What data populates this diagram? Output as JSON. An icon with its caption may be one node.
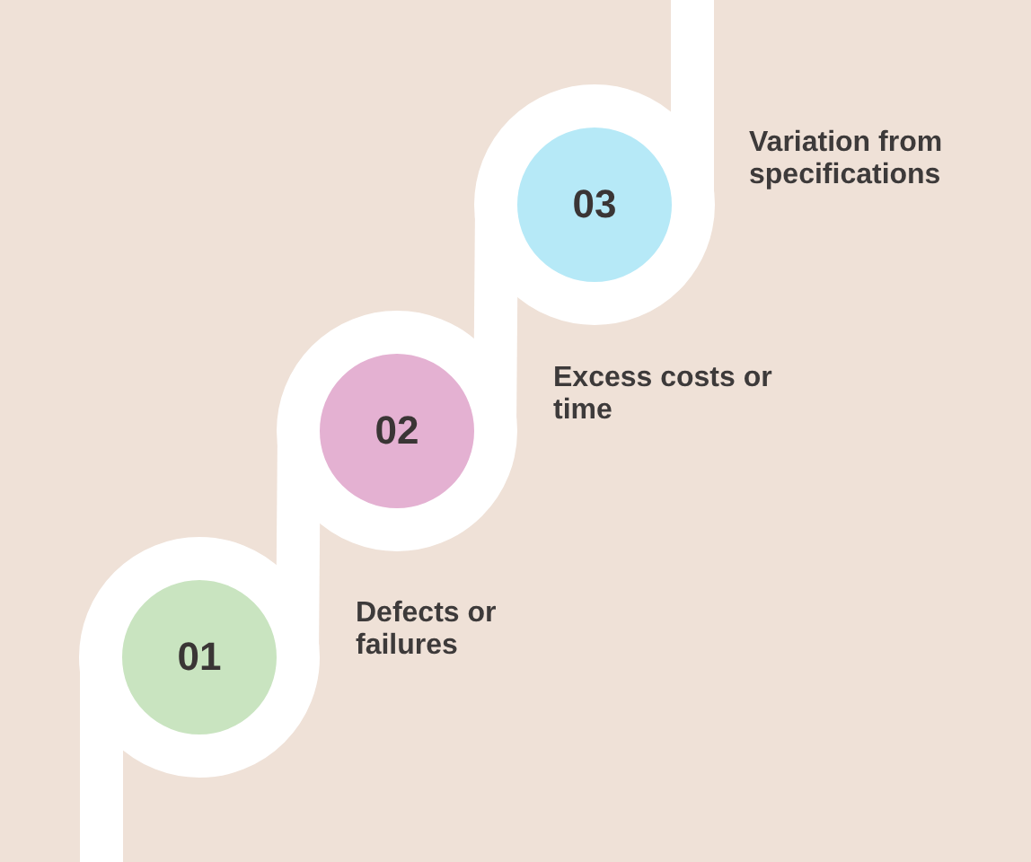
{
  "diagram": {
    "nodes": [
      {
        "text": [
          "01"
        ],
        "beside": [
          "Defects or failures"
        ]
      },
      {
        "text": [
          "02"
        ],
        "beside": [
          "Excess costs or time"
        ]
      },
      {
        "text": [
          "03"
        ],
        "beside": [
          "Variation from specifications"
        ]
      }
    ],
    "edges": [
      {
        "from": null,
        "to": 0,
        "arrow": "none"
      },
      {
        "from": 0,
        "to": 1,
        "arrow": "none"
      },
      {
        "from": 1,
        "to": 2,
        "arrow": "none"
      },
      {
        "from": 2,
        "to": null,
        "arrow": "none"
      }
    ]
  }
}
